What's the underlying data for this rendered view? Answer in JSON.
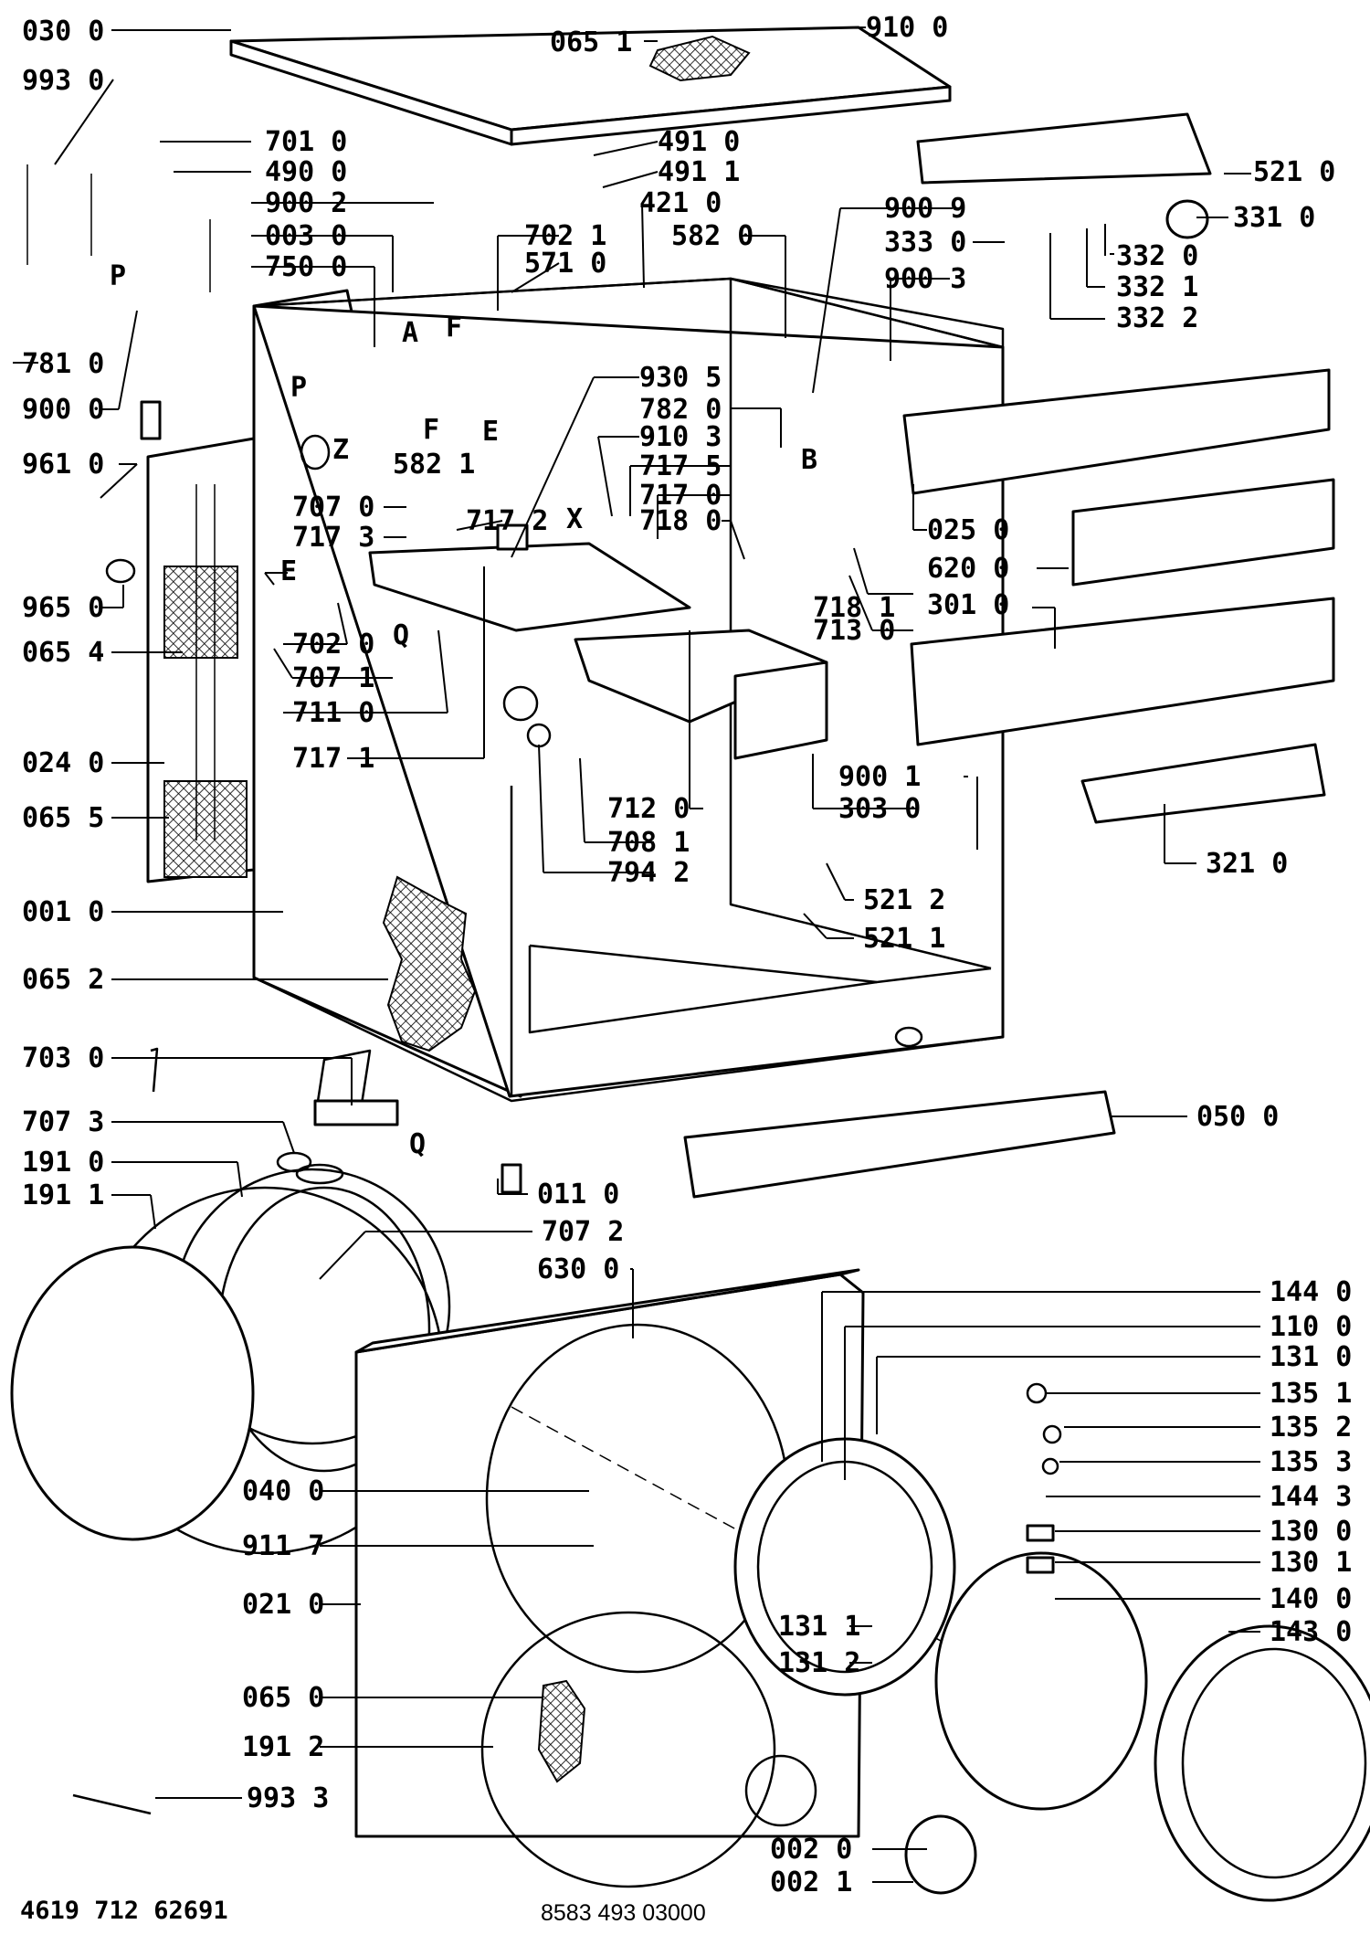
{
  "labels": {
    "c0300": "030 0",
    "c0651": "065 1",
    "c9100": "910 0",
    "c9930": "993 0",
    "c7010": "701 0",
    "c4900": "490 0",
    "c4910": "491 0",
    "c4911": "491 1",
    "c9002": "900 2",
    "c4210": "421 0",
    "c0030": "003 0",
    "c7021": "702 1",
    "c5820": "582 0",
    "c7500": "750 0",
    "c5710": "571 0",
    "c5210": "521 0",
    "c9009": "900 9",
    "c3310": "331 0",
    "c3330": "333 0",
    "c3320": "332 0",
    "c9003": "900 3",
    "c3321": "332 1",
    "c3322": "332 2",
    "c7810": "781 0",
    "c9000": "900 0",
    "c9305": "930 5",
    "c7820": "782 0",
    "c5821": "582 1",
    "c9103": "910 3",
    "c9610": "961 0",
    "c7175": "717 5",
    "c7170": "717 0",
    "c7070": "707 0",
    "c7173": "717 3",
    "c7172": "717 2",
    "c7180": "718 0",
    "c0250": "025 0",
    "c6200": "620 0",
    "c9650": "965 0",
    "c7181": "718 1",
    "c3010": "301 0",
    "c0654": "065 4",
    "c7020": "702 0",
    "c7130": "713 0",
    "c7071": "707 1",
    "c7110": "711 0",
    "c0240": "024 0",
    "c7171": "717 1",
    "c9001": "900 1",
    "c0655": "065 5",
    "c7120": "712 0",
    "c3030": "303 0",
    "c7081": "708 1",
    "c3210": "321 0",
    "c7942": "794 2",
    "c5212": "521 2",
    "c0010": "001 0",
    "c5211": "521 1",
    "c0652": "065 2",
    "c7030": "703 0",
    "c0500": "050 0",
    "c7073": "707 3",
    "c1910": "191 0",
    "c0110": "011 0",
    "c1911": "191 1",
    "c7072": "707 2",
    "c6300": "630 0",
    "c1440": "144 0",
    "c1100": "110 0",
    "c1310": "131 0",
    "c1351": "135 1",
    "c1352": "135 2",
    "c1353": "135 3",
    "c0400": "040 0",
    "c1443": "144 3",
    "c1300": "130 0",
    "c9117": "911 7",
    "c1301": "130 1",
    "c0210": "021 0",
    "c1400": "140 0",
    "c1311": "131 1",
    "c1430": "143 0",
    "c1312": "131 2",
    "c0650": "065 0",
    "c1912": "191 2",
    "c9933": "993 3",
    "c0020": "002 0",
    "c0021": "002 1"
  },
  "letters": {
    "A": "A",
    "P": "P",
    "Z": "Z",
    "F": "F",
    "E": "E",
    "B": "B",
    "X": "X",
    "Q": "Q"
  },
  "footer": {
    "left_code": "4619 712 62691",
    "center_code": "8583 493 03000"
  }
}
